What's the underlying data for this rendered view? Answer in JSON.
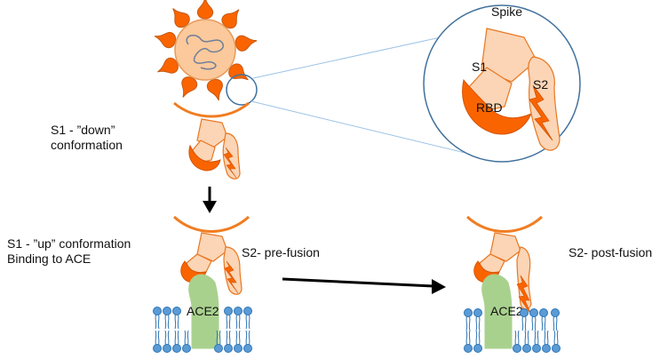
{
  "diagram": {
    "zoom": {
      "title": "Spike",
      "s1": "S1",
      "s2": "S2",
      "rbd": "RBD"
    },
    "down": {
      "line1": "S1 - ”down”",
      "line2": "conformation"
    },
    "up": {
      "line1": "S1 - ”up” conformation",
      "line2": "Binding to ACE"
    },
    "prefusion": "S2- pre-fusion",
    "postfusion": "S2- post-fusion",
    "receptor_left": "ACE2",
    "receptor_right": "ACE2"
  },
  "colors": {
    "spike_fill": "#fbd5b5",
    "spike_stroke": "#e87722",
    "rbd": "#fa6400",
    "virus_body": "#fbc99b",
    "ace2": "#a9d18e",
    "membrane_head": "#5b9bd5",
    "membrane_stroke": "#2e75b6",
    "circle_stroke": "#41719c"
  }
}
